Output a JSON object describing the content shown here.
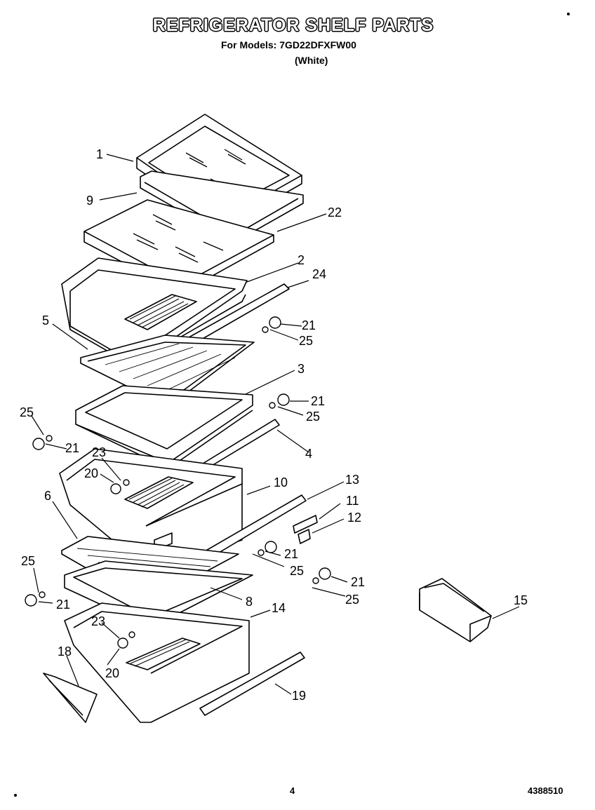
{
  "header": {
    "title": "REFRIGERATOR SHELF PARTS",
    "models": "For Models: 7GD22DFXFW00",
    "color": "(White)"
  },
  "footer": {
    "page": "4",
    "code": "4388510"
  },
  "callouts": [
    "1",
    "9",
    "22",
    "2",
    "24",
    "21",
    "25",
    "5",
    "3",
    "21",
    "25",
    "25",
    "21",
    "4",
    "23",
    "20",
    "10",
    "13",
    "11",
    "12",
    "6",
    "21",
    "25",
    "21",
    "25",
    "25",
    "21",
    "8",
    "14",
    "23",
    "20",
    "18",
    "19",
    "15"
  ]
}
